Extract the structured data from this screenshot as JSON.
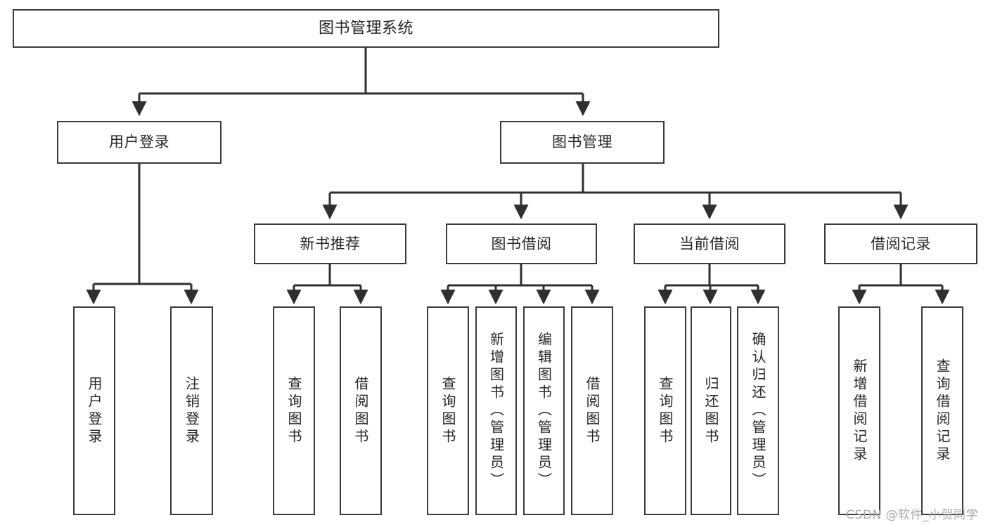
{
  "diagram": {
    "title": "图书管理系统",
    "type": "tree-hierarchy-chart",
    "watermark": "CSDN @软件_小贺同学",
    "root": {
      "label": "图书管理系统"
    },
    "level2": [
      {
        "label": "用户登录"
      },
      {
        "label": "图书管理"
      }
    ],
    "level3": [
      {
        "label": "新书推荐"
      },
      {
        "label": "图书借阅"
      },
      {
        "label": "当前借阅"
      },
      {
        "label": "借阅记录"
      }
    ],
    "leaves": {
      "user_login": [
        {
          "label": "用户登录"
        },
        {
          "label": "注销登录"
        }
      ],
      "new_book_recommend": [
        {
          "label": "查询图书"
        },
        {
          "label": "借阅图书"
        }
      ],
      "book_borrow": [
        {
          "label": "查询图书"
        },
        {
          "label": "新增图书（管理员）"
        },
        {
          "label": "编辑图书（管理员）"
        },
        {
          "label": "借阅图书"
        }
      ],
      "current_borrow": [
        {
          "label": "查询图书"
        },
        {
          "label": "归还图书"
        },
        {
          "label": "确认归还（管理员）"
        }
      ],
      "borrow_record": [
        {
          "label": "新增借阅记录"
        },
        {
          "label": "查询借阅记录"
        }
      ]
    }
  },
  "colors": {
    "box_border": "#3a3a3a",
    "box_fill": "#ffffff",
    "line": "#2f2f2f",
    "text": "#262626",
    "watermark": "#a9a9a9",
    "background": "#ffffff"
  }
}
